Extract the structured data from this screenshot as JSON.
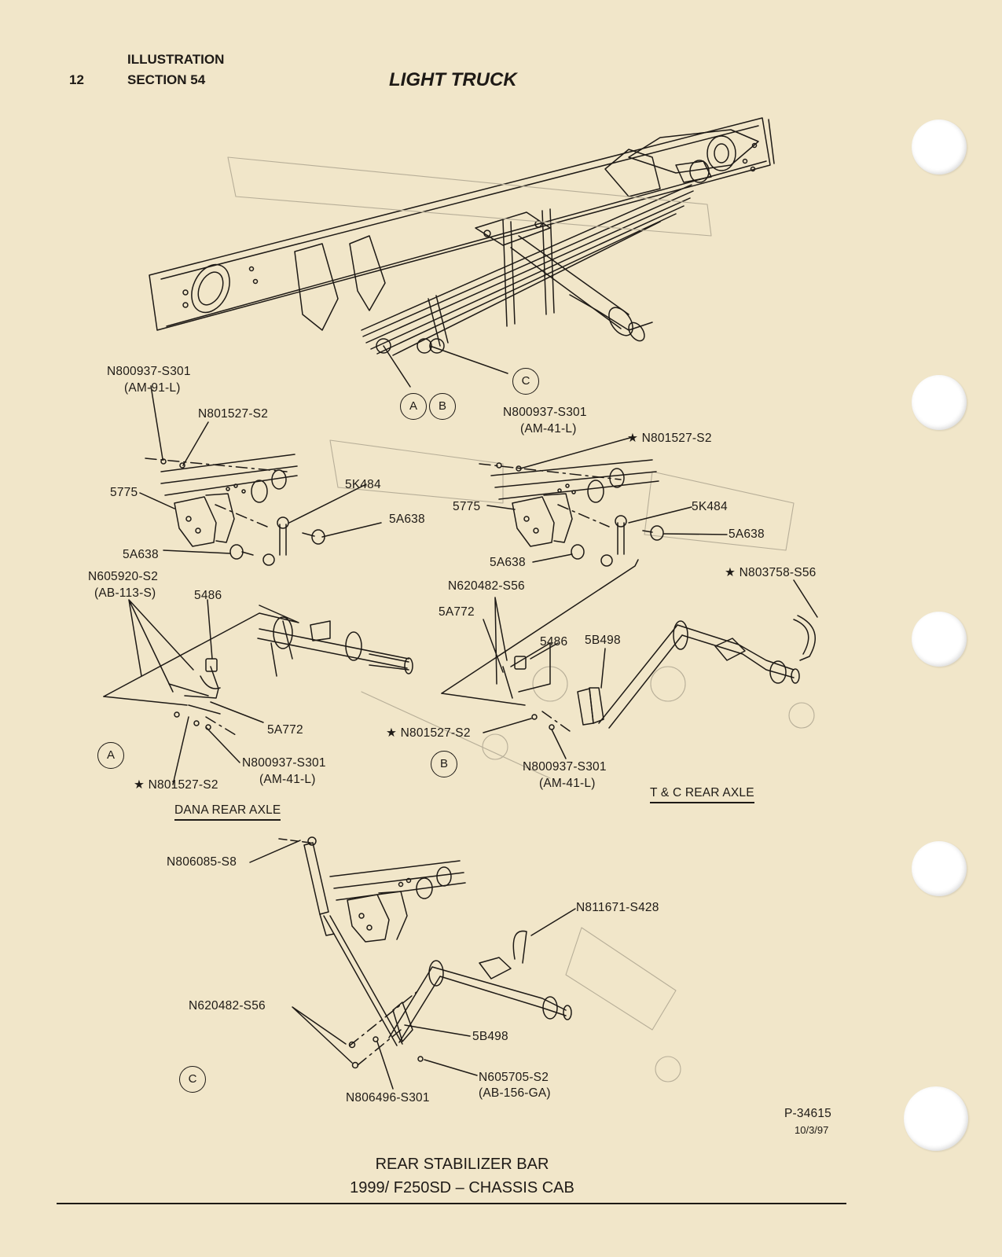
{
  "header": {
    "page_number": "12",
    "section_line1": "ILLUSTRATION",
    "section_line2": "SECTION 54",
    "title": "LIGHT TRUCK"
  },
  "callouts": {
    "a": "A",
    "b": "B",
    "c": "C"
  },
  "view_a": {
    "n800937_s301": "N800937-S301",
    "am_91_l": "(AM-91-L)",
    "n801527_s2": "N801527-S2",
    "p5775": "5775",
    "p5k484": "5K484",
    "p5a638_right": "5A638",
    "p5a638_left": "5A638",
    "n605920_s2": "N605920-S2",
    "ab_113_s": "(AB-113-S)",
    "p5486": "5486",
    "p5a772": "5A772",
    "n800937_s301_b": "N800937-S301",
    "am_41_l": "(AM-41-L)",
    "star_n801527_s2": "★ N801527-S2",
    "axle_name": "DANA REAR AXLE"
  },
  "view_b": {
    "n800937_s301": "N800937-S301",
    "am_41_l": "(AM-41-L)",
    "star_n801527_s2_top": "★ N801527-S2",
    "p5775": "5775",
    "p5k484": "5K484",
    "p5a638_right": "5A638",
    "p5a638_left": "5A638",
    "star_n803758_s56": "★ N803758-S56",
    "n620482_s56": "N620482-S56",
    "p5a772": "5A772",
    "p5486": "5486",
    "p5b498": "5B498",
    "star_n801527_s2_bottom": "★ N801527-S2",
    "n800937_s301_b": "N800937-S301",
    "am_41_l_b": "(AM-41-L)",
    "axle_name": "T & C REAR AXLE"
  },
  "view_c": {
    "n806085_s8": "N806085-S8",
    "n811671_s428": "N811671-S428",
    "n620482_s56": "N620482-S56",
    "p5b498": "5B498",
    "n605705_s2": "N605705-S2",
    "ab_156_ga": "(AB-156-GA)",
    "n806496_s301": "N806496-S301"
  },
  "footer": {
    "ref": "P-34615",
    "date": "10/3/97",
    "caption_line1": "REAR STABILIZER BAR",
    "caption_line2": "1999/ F250SD – CHASSIS CAB"
  }
}
